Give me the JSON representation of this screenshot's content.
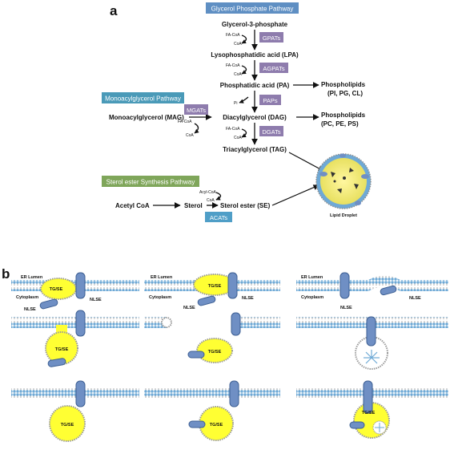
{
  "panel_a": {
    "label": "a",
    "glycerol_pathway_title": "Glycerol Phosphate Pathway",
    "mono_pathway_title": "Monoacylglycerol Pathway",
    "sterol_pathway_title": "Sterol ester Synthesis Pathway",
    "metabolites": {
      "g3p": "Glycerol-3-phosphate",
      "lpa": "Lysophosphatidic acid (LPA)",
      "pa": "Phosphatidic acid (PA)",
      "dag": "Diacylglycerol (DAG)",
      "tag": "Triacylglycerol (TAG)",
      "mag": "Monoacylglycerol (MAG)",
      "acetyl": "Acetyl CoA",
      "sterol": "Sterol",
      "se": "Sterol ester (SE)"
    },
    "phospholipids_1": "Phospholipids",
    "phospholipids_1_list": "(PI, PG, CL)",
    "phospholipids_2": "Phospholipids",
    "phospholipids_2_list": "(PC, PE, PS)",
    "enzymes": {
      "gpats": "GPATs",
      "agpats": "AGPATs",
      "paps": "PAPs",
      "dgats": "DGATs",
      "mgats": "MGATs",
      "acats": "ACATs"
    },
    "cofactors": {
      "facoa": "FA-CoA",
      "coa": "CoA",
      "pi": "Pi",
      "acylcoa": "Acyl-CoA"
    },
    "lipid_droplet": "Lipid Droplet",
    "colors": {
      "enzyme_box": "#8e7cad",
      "acat_box": "#4f9ec7",
      "glycerol_box": "#5f8fc3",
      "mono_box": "#4a9ab8",
      "sterol_box": "#7fa65a"
    }
  },
  "panel_b": {
    "label": "b",
    "er_lumen": "ER Lumen",
    "cytoplasm": "Cytoplasm",
    "nlse": "NLSE",
    "tgse": "TG/SE",
    "colors": {
      "core": "#ffff33",
      "protein": "#6f8fc4",
      "lipid_head": "#6ea9d6"
    }
  }
}
